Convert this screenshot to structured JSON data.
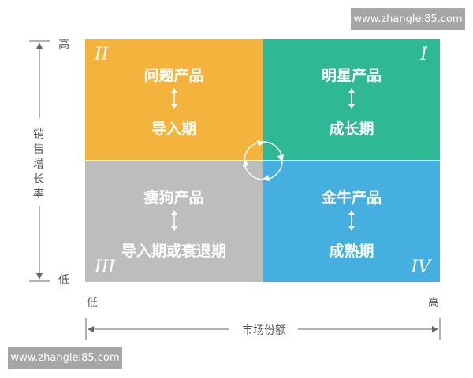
{
  "watermark": {
    "top": "www.zhanglei85.com",
    "bottom": "www.zhanglei85.com"
  },
  "y_axis": {
    "title_chars": [
      "销",
      "售",
      "增",
      "长",
      "率"
    ],
    "title": "销售增长率",
    "high": "高",
    "low": "低"
  },
  "x_axis": {
    "title": "市场份额",
    "low": "低",
    "high": "高"
  },
  "quadrants": {
    "q1": {
      "numeral": "I",
      "title": "明星产品",
      "stage": "成长期",
      "color": "#2fb896"
    },
    "q2": {
      "numeral": "II",
      "title": "问题产品",
      "stage": "导入期",
      "color": "#f3b33d"
    },
    "q3": {
      "numeral": "III",
      "title": "瘦狗产品",
      "stage": "导入期或衰退期",
      "color": "#bdbdbd"
    },
    "q4": {
      "numeral": "IV",
      "title": "金牛产品",
      "stage": "成熟期",
      "color": "#45afdf"
    }
  },
  "center_icon": "clockwise-cycle-arrows"
}
